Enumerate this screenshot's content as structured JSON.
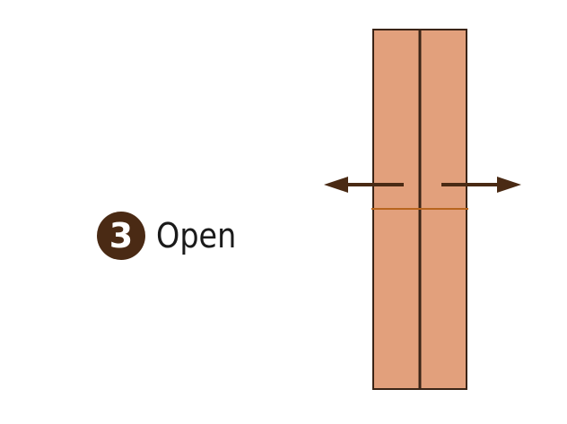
{
  "step": {
    "number": "3",
    "label": "Open"
  },
  "colors": {
    "badge": "#4a2a14",
    "label_text": "#1a1a1a",
    "panel_fill": "#e2a07c",
    "panel_stroke": "#3a2416",
    "arrow": "#4a2a14",
    "fold_line": "#b8651e"
  },
  "icons": {
    "badge": "step-number-circle",
    "left_arrow": "arrow-left-icon",
    "right_arrow": "arrow-right-icon"
  }
}
